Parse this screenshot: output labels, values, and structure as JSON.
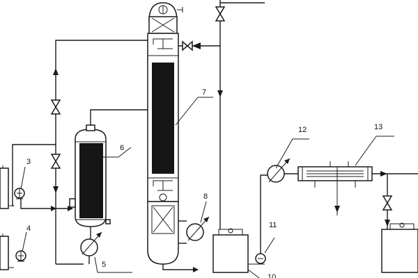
{
  "diagram": {
    "labels": {
      "l3": "3",
      "l4": "4",
      "l5": "5",
      "l6": "6",
      "l7": "7",
      "l8": "8",
      "l11": "11",
      "l12": "12",
      "l13": "13",
      "l10": "10"
    },
    "colors": {
      "line": "#1a1a1a",
      "packing": "#161616",
      "background": "#ffffff"
    }
  }
}
